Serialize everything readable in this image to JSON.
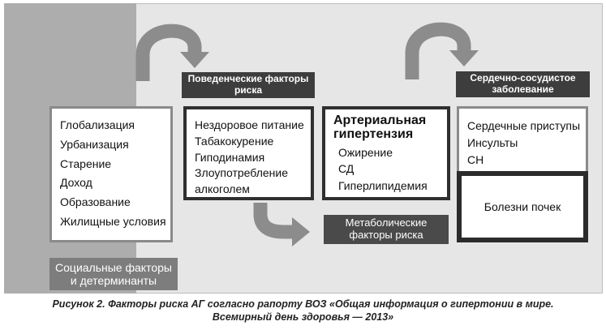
{
  "social_box": {
    "items": [
      "Глобализация",
      "Урбанизация",
      "Старение",
      "Доход",
      "Образование",
      "Жилищные условия"
    ]
  },
  "social_label": "Социальные факторы\nи детерминанты",
  "behavior_label": "Поведенческие факторы\nриска",
  "behavior_box": {
    "items": [
      "Нездоровое питание",
      "Табакокурение",
      "Гиподинамия",
      "Злоупотребление",
      "алкоголем"
    ]
  },
  "ag_box": {
    "title": "Артериальная\nгипертензия",
    "items": [
      "Ожирение",
      "СД",
      "Гиперлипидемия"
    ]
  },
  "metabolic_label": "Метаболические\nфакторы риска",
  "cardio_label": "Сердечно-сосудистое\nзаболевание",
  "cardio_box": {
    "items": [
      "Сердечные приступы",
      "Инсульты",
      "СН"
    ]
  },
  "kidney_box": {
    "label": "Болезни почек"
  },
  "caption": {
    "line1": "Рисунок 2. Факторы риска АГ согласно рапорту ВОЗ «Общая информация о гипертонии в мире.",
    "line2": "Всемирный день здоровья — 2013»"
  },
  "colors": {
    "panel": "#e6e6e6",
    "band": "#adadad",
    "dark_label": "#3d3d3d",
    "arrow": "#8c8c8c"
  }
}
